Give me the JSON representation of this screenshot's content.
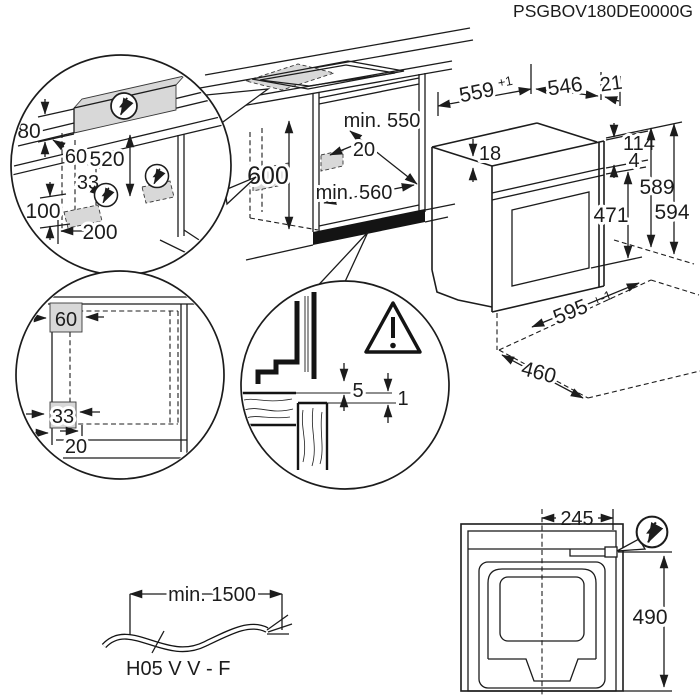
{
  "title": "PSGBOV180DE0000G",
  "colors": {
    "line": "#1c1c1c",
    "electrical_zone_fill": "#d8d8d8",
    "plinth_fill": "#141414",
    "background": "#ffffff"
  },
  "icons": {
    "electrical": "circled-lightning-bolt-icon",
    "warning": "warning-triangle-icon"
  },
  "labels": {
    "detail_electrical": {
      "d80": "80",
      "d60": "60",
      "d520": "520",
      "d33": "33",
      "d100": "100",
      "d200": "200"
    },
    "niche": {
      "d600": "600",
      "min550": "min. 550",
      "d20": "20",
      "min560": "min. 560"
    },
    "oven": {
      "d559": "559",
      "d559_tol": "+1",
      "d546": "546",
      "d21": "21",
      "d18": "18",
      "d114": "114",
      "d4": "4",
      "d471": "471",
      "d589": "589",
      "d594": "594",
      "d595": "595",
      "d595_tol": "+-1",
      "d460": "460"
    },
    "detail_side": {
      "d60": "60",
      "d33": "33",
      "d20": "20"
    },
    "detail_gap": {
      "d5": "5",
      "d1": "1"
    },
    "cable": {
      "length": "min. 1500",
      "type": "H05 V V - F"
    },
    "top_view": {
      "d245": "245",
      "d490": "490"
    }
  }
}
